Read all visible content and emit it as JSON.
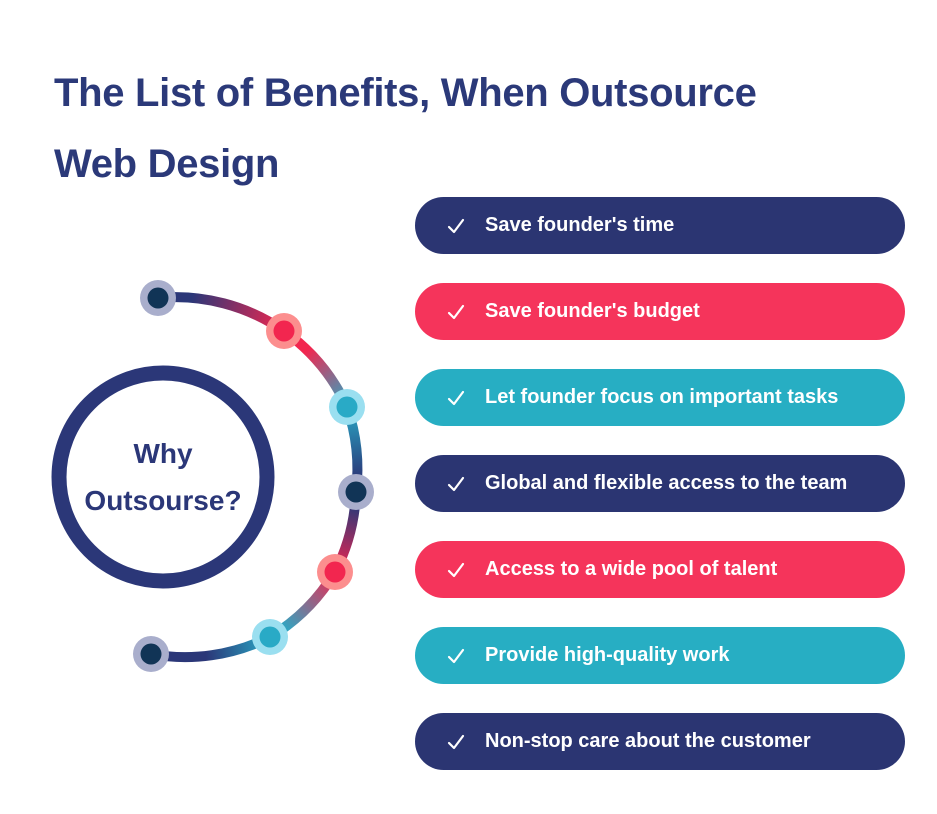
{
  "title": {
    "line1": "The List of Benefits, When Outsource",
    "line2": "Web Design"
  },
  "diagram": {
    "center_line1": "Why",
    "center_line2": "Outsourse?",
    "node_sequence": [
      "slate",
      "red",
      "teal",
      "slate",
      "red",
      "teal",
      "slate"
    ]
  },
  "benefits": [
    {
      "label": "Save founder's time",
      "color": "#2B3572",
      "variant": "navy",
      "icon": "check-icon"
    },
    {
      "label": "Save founder's budget",
      "color": "#F5345B",
      "variant": "red",
      "icon": "check-icon"
    },
    {
      "label": "Let founder focus on important tasks",
      "color": "#27AEC3",
      "variant": "teal",
      "icon": "check-icon"
    },
    {
      "label": "Global and flexible access to the team",
      "color": "#2B3572",
      "variant": "navy",
      "icon": "check-icon"
    },
    {
      "label": "Access to a wide pool of talent",
      "color": "#F5345B",
      "variant": "red",
      "icon": "check-icon"
    },
    {
      "label": "Provide high-quality work",
      "color": "#27AEC3",
      "variant": "teal",
      "icon": "check-icon"
    },
    {
      "label": "Non-stop care about the customer",
      "color": "#2B3572",
      "variant": "navy",
      "icon": "check-icon"
    }
  ],
  "colors": {
    "background": "#FFFFFF",
    "title_navy": "#2B3979",
    "navy": "#2B3778",
    "red": "#F2264F",
    "teal": "#29AAC6",
    "pill_navy": "#2B3572",
    "pill_red": "#F5345B",
    "pill_teal": "#27AEC3",
    "white": "#FFFFFF",
    "slate_ring": "#A9AECC",
    "slate_core": "#113456",
    "red_ring": "#FC8E8E",
    "red_core": "#F2264F",
    "teal_ring": "#9ADFF0",
    "teal_core": "#29AAC6"
  }
}
